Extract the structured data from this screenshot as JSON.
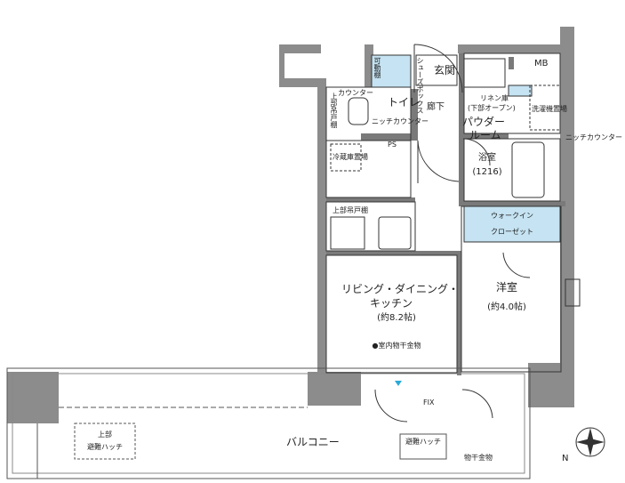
{
  "rooms": {
    "ldk": {
      "name_line1": "リビング・ダイニング・",
      "name_line2": "キッチン",
      "size": "(約8.2帖)",
      "note": "●室内物干金物"
    },
    "western": {
      "name": "洋室",
      "size": "(約4.0帖)"
    },
    "bath": {
      "name": "浴室",
      "size": "(1216)"
    },
    "powder": {
      "name_line1": "パウダー",
      "name_line2": "ルーム"
    },
    "toilet": {
      "name": "トイレ"
    },
    "corridor": {
      "name": "廊下"
    },
    "entrance": {
      "name": "玄関"
    },
    "balcony": {
      "name": "バルコニー"
    },
    "walkin": {
      "name_line1": "ウォークイン",
      "name_line2": "クローゼット"
    }
  },
  "fixtures": {
    "mb": "MB",
    "shoe_closet": "シューズボックス",
    "movable_shelf": "可動棚",
    "counter": "カウンター",
    "upper_cabinet_toilet": "上部吊戸棚",
    "niche_counter": "ニッチカウンター",
    "niche_counter_right": "ニッチカウンター",
    "linen": "リネン庫",
    "linen_sub": "(下部オープン)",
    "washer_place": "洗濯機置場",
    "ps": "PS",
    "fridge_place": "冷蔵庫置場",
    "upper_cabinet_kitchen": "上部吊戸棚",
    "fix": "FIX",
    "evac_hatch_upper": "上部",
    "evac_hatch_upper2": "避難ハッチ",
    "evac_hatch": "避難ハッチ",
    "drying_hardware": "物干金物"
  },
  "compass": {
    "north": "N"
  },
  "colors": {
    "wall": "#8c8c8c",
    "wall_dark": "#7a7a7a",
    "closet": "#c5e3f2",
    "line": "#333333",
    "marker": "#2aa9d6"
  }
}
